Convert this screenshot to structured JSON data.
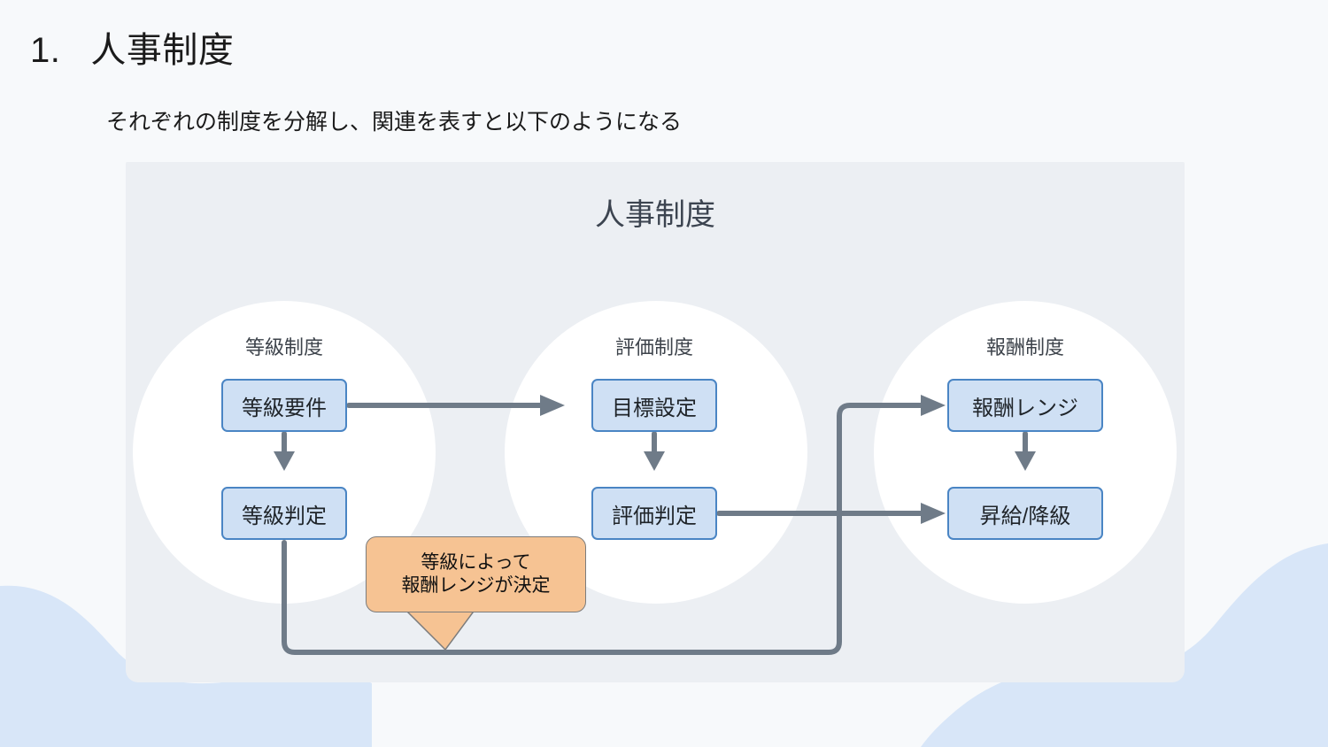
{
  "slide": {
    "number": "1.",
    "title": "人事制度",
    "subtitle": "それぞれの制度を分解し、関連を表すと以下のようになる"
  },
  "diagram": {
    "title": "人事制度",
    "groups": [
      {
        "label": "等級制度",
        "nodes": [
          {
            "label": "等級要件"
          },
          {
            "label": "等級判定"
          }
        ]
      },
      {
        "label": "評価制度",
        "nodes": [
          {
            "label": "目標設定"
          },
          {
            "label": "評価判定"
          }
        ]
      },
      {
        "label": "報酬制度",
        "nodes": [
          {
            "label": "報酬レンジ"
          },
          {
            "label": "昇給/降級"
          }
        ]
      }
    ],
    "callout": {
      "line1": "等級によって",
      "line2": "報酬レンジが決定"
    },
    "connections": [
      {
        "from": "等級要件",
        "to": "目標設定",
        "style": "straight-right"
      },
      {
        "from": "等級要件",
        "to": "等級判定",
        "style": "down"
      },
      {
        "from": "目標設定",
        "to": "評価判定",
        "style": "down"
      },
      {
        "from": "報酬レンジ",
        "to": "昇給/降級",
        "style": "down"
      },
      {
        "from": "評価判定",
        "to": "昇給/降級",
        "style": "straight-right"
      },
      {
        "from": "等級判定",
        "to": "報酬レンジ",
        "style": "elbow-down-right-up"
      }
    ],
    "colors": {
      "page_background": "#f7f9fb",
      "panel_background": "#eceff3",
      "circle": "#ffffff",
      "node_fill": "#cfe0f4",
      "node_border": "#4a85c4",
      "connector": "#6f7b88",
      "callout_fill": "#f6c393",
      "callout_border": "#7c7c7c",
      "wave": "#d8e6f8",
      "title_text": "#1b1b1b",
      "diagram_title_text": "#3c4450"
    }
  }
}
